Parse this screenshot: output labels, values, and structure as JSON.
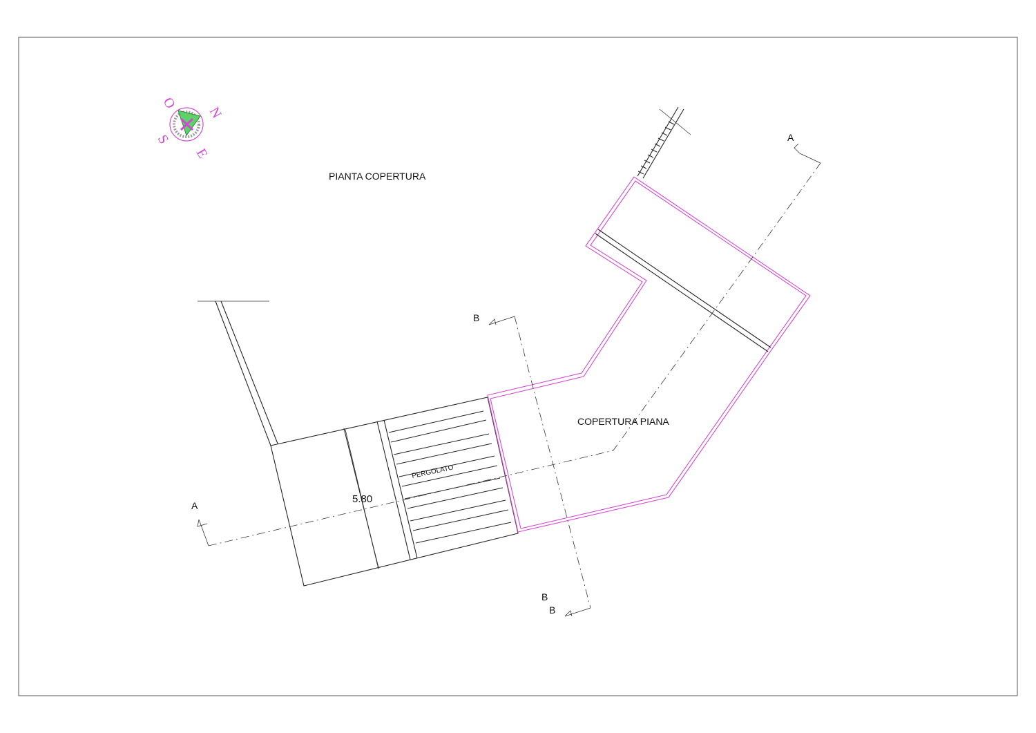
{
  "drawing": {
    "title": "PIANTA  COPERTURA",
    "roof_label": "COPERTURA PIANA",
    "pergola_label": "PERGOLATO",
    "dimension": "5.80"
  },
  "sections": {
    "a_top": "A",
    "a_bottom": "A",
    "b_top": "B",
    "b_bottom_1": "B",
    "b_bottom_2": "B"
  },
  "compass": {
    "north": "N",
    "south": "S",
    "east": "E",
    "west": "O",
    "color": "#d24ad2",
    "fill_color": "#5fd06a"
  },
  "colors": {
    "outline": "#222222",
    "roof_outline": "#d24ad2"
  }
}
